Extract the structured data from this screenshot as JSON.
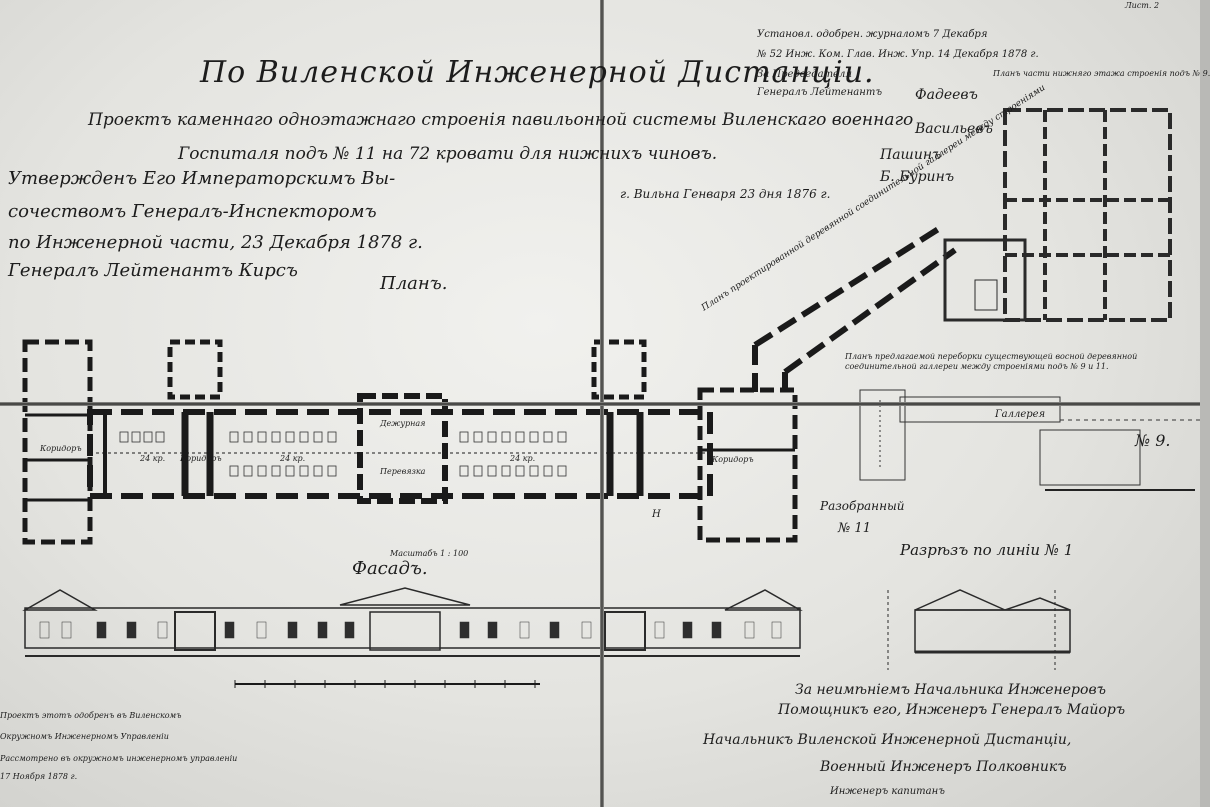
{
  "document": {
    "title": "По Виленской Инженерной Дистанціи.",
    "subtitle_line1": "Проектъ каменнаго одноэтажнаго строенія павильонной системы Виленскаго военнаго",
    "subtitle_line2": "Госпиталя подъ № 11 на 72 кровати для нижнихъ чиновъ.",
    "place_date": "г. Вильна Генваря 23 дня 1876 г.",
    "approval": [
      "Утвержденъ Его Императорскимъ Вы-",
      "сочествомъ Генералъ-Инспекторомъ",
      "по Инженерной части, 23 Декабря 1878 г.",
      "Генералъ Лейтенантъ Кирсъ"
    ],
    "top_right_notes": [
      "Установл. одобрен. журналомъ 7 Декабря",
      "№ 52 Инж. Ком. Глав. Инж. Упр. 14 Декабря 1878 г.",
      "За Председателя",
      "Генералъ Лейтенантъ"
    ],
    "top_corner": "Лист. 2",
    "signatures_right": [
      "Фадеевъ",
      "Васильевъ",
      "Пашинъ",
      "Б. Буринъ"
    ],
    "sheet_label_upper_right": "Планъ части нижняго этажа строенія подъ № 9.",
    "gallery_note_diagonal": "Планъ проектированной деревянной соединительной галлереи между строеніями",
    "gallery_note_right": "Планъ предлагаемой переборки существующей восной деревянной соединительной галлереи между строеніями подъ № 9 и 11.",
    "gallery_label": "Галлерея",
    "plan_label": "Планъ.",
    "facade_label": "Фасадъ.",
    "section_label": "Разрѣзъ по линіи № 1",
    "number_9": "№ 9.",
    "razobrannyi": "Разобранный",
    "number_11": "№ 11",
    "scale_label": "Масштабъ 1 : 100",
    "bottom_left_notes": [
      "Проектъ этотъ одобренъ въ Виленскомъ",
      "Окружномъ Инженерномъ Управленіи",
      "Рассмотрено въ окружномъ инженерномъ управленіи",
      "17 Ноября 1878 г."
    ],
    "bottom_right_notes": [
      "За неимѣніемъ Начальника Инженеровъ",
      "Помощникъ его, Инженеръ Генералъ Майоръ",
      "Начальникъ Виленской Инженерной Дистанціи,",
      "Военный Инженеръ Полковникъ",
      "Инженеръ капитанъ"
    ],
    "room_labels": {
      "corridor_left": "Коридоръ",
      "corridor_mid": "Коридоръ",
      "ward_1": "24 кр.",
      "ward_2": "24 кр.",
      "ward_3": "24 кр.",
      "dining": "Дежурная",
      "perevyaz": "Перевязка",
      "corridor_right": "Коридоръ"
    },
    "section_mark": "Н"
  }
}
